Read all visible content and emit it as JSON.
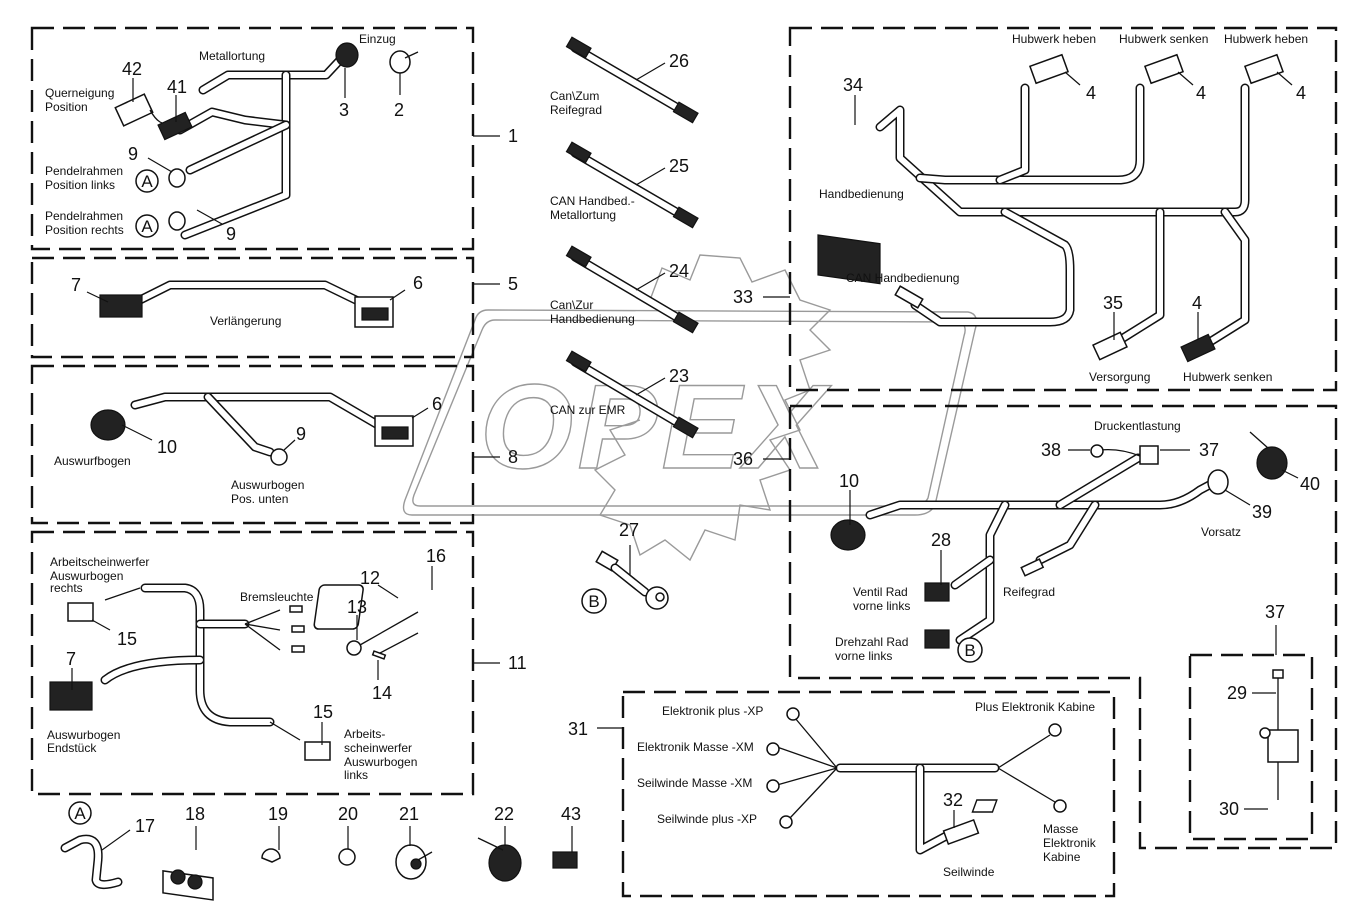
{
  "watermark": {
    "text": "OPEX"
  },
  "groups": [
    {
      "id": "1",
      "labels": [
        "Metallortung",
        "Einzug",
        "Querneigung Position",
        "Pendelrahmen Position links",
        "Pendelrahmen Position rechts"
      ]
    },
    {
      "id": "5",
      "labels": [
        "Verlängerung"
      ]
    },
    {
      "id": "8",
      "labels": [
        "Auswurfbogen",
        "Auswurbogen Pos. unten"
      ]
    },
    {
      "id": "11",
      "labels": [
        "Arbeitscheinwerfer Auswurbogen rechts",
        "Bremsleuchte",
        "Auswurbogen Endstück",
        "Arbeits-scheinwerfer Auswurbogen links"
      ]
    },
    {
      "id": "33",
      "labels": [
        "Hubwerk heben",
        "Hubwerk senken",
        "Hubwerk heben",
        "Handbedienung",
        "CAN Handbedienung",
        "Versorgung",
        "Hubwerk senken"
      ]
    },
    {
      "id": "36",
      "labels": [
        "Druckentlastung",
        "Vorsatz",
        "Reifegrad",
        "Ventil Rad vorne links",
        "Drehzahl Rad vorne links"
      ]
    },
    {
      "id": "31",
      "labels": [
        "Elektronik plus -XP",
        "Elektronik Masse -XM",
        "Seilwinde Masse -XM",
        "Seilwinde plus -XP",
        "Plus Elektronik Kabine",
        "Masse Elektronik Kabine",
        "Seilwinde"
      ]
    },
    {
      "id": "37",
      "labels": []
    }
  ],
  "labels": {
    "metallortung": "Metallortung",
    "einzug": "Einzug",
    "querneigung": [
      "Querneigung",
      "Position"
    ],
    "pendel_links": [
      "Pendelrahmen",
      "Position links"
    ],
    "pendel_rechts": [
      "Pendelrahmen",
      "Position rechts"
    ],
    "verlaengerung": "Verlängerung",
    "auswurfbogen": "Auswurfbogen",
    "auswurbogen_unten": [
      "Auswurbogen",
      "Pos. unten"
    ],
    "arbeits_rechts": [
      "Arbeitscheinwerfer",
      "Auswurbogen",
      "rechts"
    ],
    "bremsleuchte": "Bremsleuchte",
    "endstueck": [
      "Auswurbogen",
      "Endstück"
    ],
    "arbeits_links": [
      "Arbeits-",
      "scheinwerfer",
      "Auswurbogen",
      "links"
    ],
    "can_reifegrad": [
      "Can\\Zum",
      "Reifegrad"
    ],
    "can_handbed_metall": [
      "CAN Handbed.-",
      "Metallortung"
    ],
    "can_handbedienung_zur": [
      "Can\\Zur",
      "Handbedienung"
    ],
    "can_emr": "CAN zur EMR",
    "hubwerk_heben_1": "Hubwerk heben",
    "hubwerk_senken_1": "Hubwerk senken",
    "hubwerk_heben_2": "Hubwerk heben",
    "handbedienung": "Handbedienung",
    "can_handbedienung": "CAN Handbedienung",
    "versorgung": "Versorgung",
    "hubwerk_senken_2": "Hubwerk senken",
    "druckentlastung": "Druckentlastung",
    "vorsatz": "Vorsatz",
    "reifegrad": "Reifegrad",
    "ventil_rad": [
      "Ventil Rad",
      "vorne links"
    ],
    "drehzahl_rad": [
      "Drehzahl Rad",
      "vorne links"
    ],
    "elek_plus": "Elektronik plus -XP",
    "elek_masse": "Elektronik Masse -XM",
    "seil_masse": "Seilwinde Masse -XM",
    "seil_plus": "Seilwinde plus -XP",
    "plus_kabine": "Plus Elektronik Kabine",
    "masse_kabine": [
      "Masse",
      "Elektronik",
      "Kabine"
    ],
    "seilwinde": "Seilwinde"
  },
  "callouts": {
    "A": "A",
    "B": "B"
  },
  "part_numbers": {
    "n1": "1",
    "n2": "2",
    "n3": "3",
    "n4a": "4",
    "n4b": "4",
    "n4c": "4",
    "n4d": "4",
    "n5": "5",
    "n6a": "6",
    "n6b": "6",
    "n7a": "7",
    "n7b": "7",
    "n8": "8",
    "n9a": "9",
    "n9b": "9",
    "n9c": "9",
    "n10a": "10",
    "n10b": "10",
    "n11": "11",
    "n12": "12",
    "n13": "13",
    "n14": "14",
    "n15a": "15",
    "n15b": "15",
    "n16": "16",
    "n17": "17",
    "n18": "18",
    "n19": "19",
    "n20": "20",
    "n21": "21",
    "n22": "22",
    "n23": "23",
    "n24": "24",
    "n25": "25",
    "n26": "26",
    "n27": "27",
    "n28": "28",
    "n29": "29",
    "n30": "30",
    "n31": "31",
    "n32": "32",
    "n33": "33",
    "n34": "34",
    "n35": "35",
    "n36": "36",
    "n37a": "37",
    "n37b": "37",
    "n38": "38",
    "n39": "39",
    "n40": "40",
    "n41": "41",
    "n42": "42",
    "n43": "43"
  }
}
